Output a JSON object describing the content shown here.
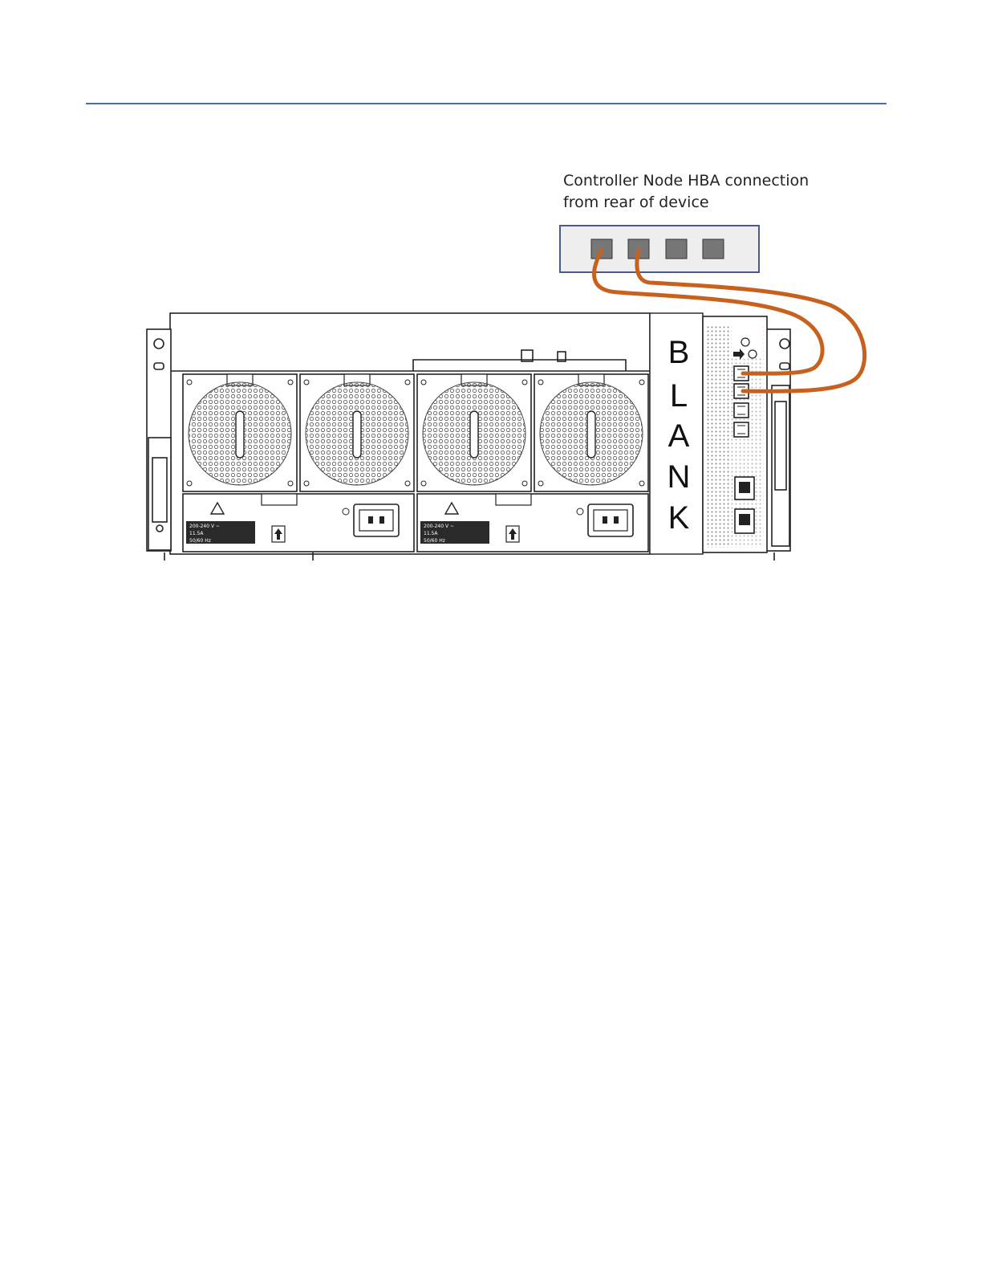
{
  "caption": {
    "line1": "Controller Node HBA connection",
    "line2": "from rear of device"
  },
  "hba_card": {
    "port_count": 4
  },
  "blank_slot": {
    "letters": [
      "B",
      "L",
      "A",
      "N",
      "K"
    ]
  },
  "psu_labels": [
    "200-240 V ~",
    "11.5A",
    "50/60 Hz"
  ],
  "colors": {
    "header_rule": "#4a6fb1",
    "cable": "#c8611e",
    "hba_box_border": "#4a5a8a",
    "hba_box_fill": "#eeeeee",
    "port_fill": "#777777"
  }
}
